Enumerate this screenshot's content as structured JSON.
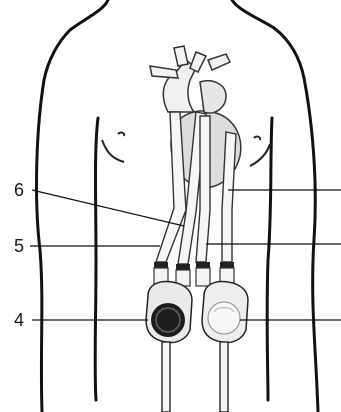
{
  "figure": {
    "callouts_left": [
      "6",
      "5",
      "4"
    ],
    "callouts_right": [
      "",
      "",
      ""
    ]
  },
  "colors": {
    "ink": "#111111",
    "tube_fill": "#f4f4f4",
    "pump_dark": "#1c1c1c",
    "pump_light": "#eeeeee",
    "heart": "#dcdcdc"
  }
}
